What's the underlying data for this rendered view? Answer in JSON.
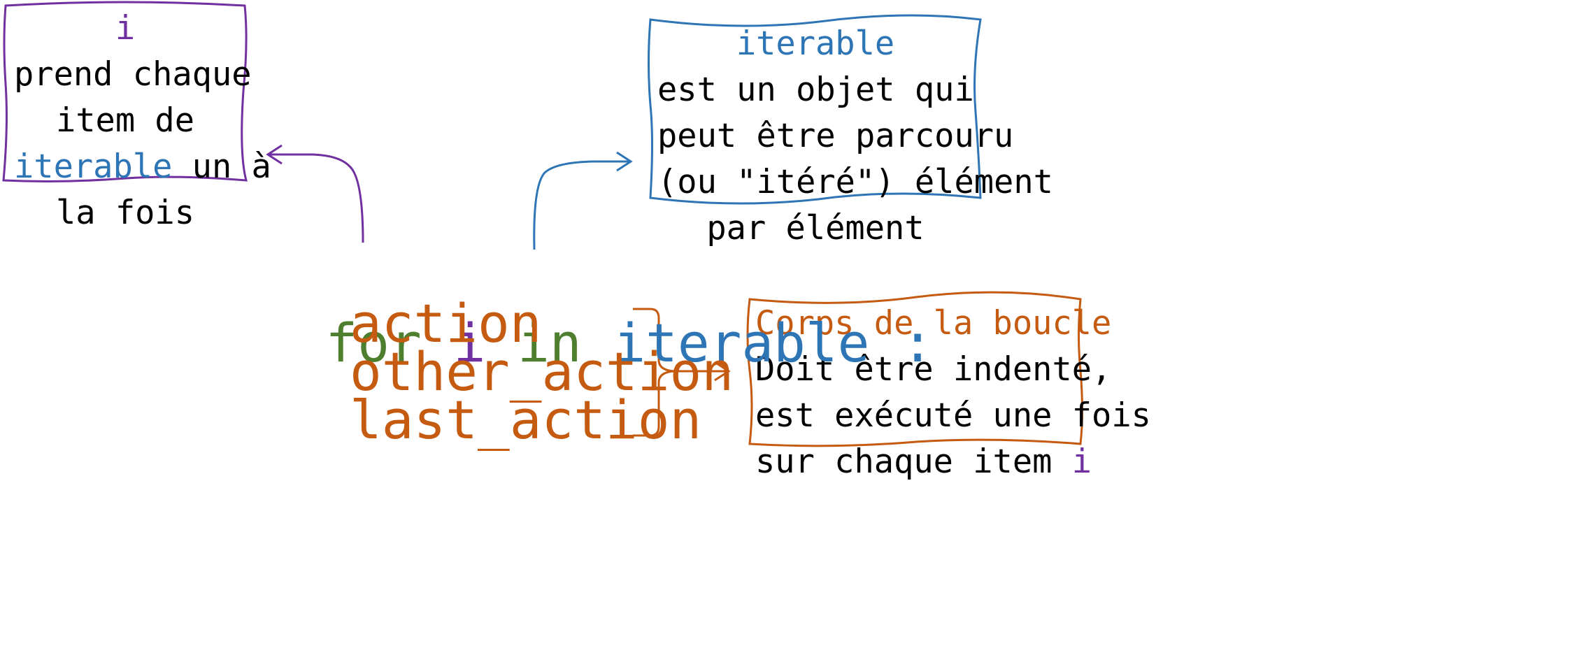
{
  "colors": {
    "for_keyword": "#4e7f2f",
    "loop_variable": "#7030a0",
    "iterable": "#2e75b6",
    "body": "#c55a11",
    "text": "#000000"
  },
  "code": {
    "for": "for",
    "var": "i",
    "in": "in",
    "iterable": "iterable",
    "colon": ":",
    "body_lines": [
      "action",
      "other_action",
      "last_action"
    ]
  },
  "note_i": {
    "title": "i",
    "line1": "prend chaque",
    "line2": "item de",
    "line3_iterable": "iterable",
    "line3_rest": " un à",
    "line4": "la fois"
  },
  "note_iterable": {
    "title": "iterable",
    "line1": "est un objet qui",
    "line2": "peut être parcouru",
    "line3": "(ou \"itéré\") élément",
    "line4": "par élément"
  },
  "note_body": {
    "title": "Corps de la boucle",
    "line1": "Doit être indenté,",
    "line2": "est exécuté une fois",
    "line3_prefix": "sur chaque item ",
    "line3_var": "i"
  }
}
